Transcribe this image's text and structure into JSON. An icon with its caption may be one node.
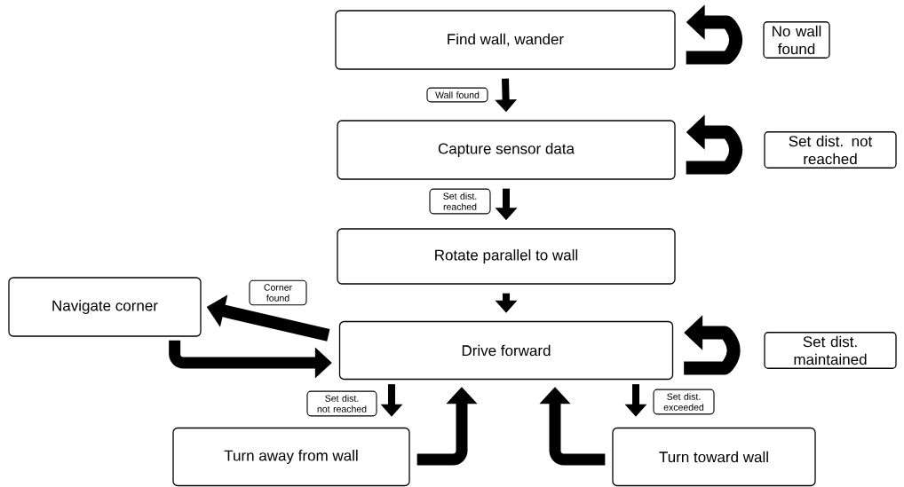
{
  "diagram": {
    "nodes": [
      {
        "text": [
          "Find wall, wander"
        ]
      },
      {
        "text": [
          "Capture sensor data"
        ]
      },
      {
        "text": [
          "Rotate parallel to wall"
        ]
      },
      {
        "text": [
          "Navigate corner"
        ]
      },
      {
        "text": [
          "Drive forward"
        ]
      },
      {
        "text": [
          "Turn away from wall"
        ]
      },
      {
        "text": [
          "Turn toward wall"
        ]
      }
    ],
    "edges": [
      {
        "from": 0,
        "to": 0,
        "arrow": "to",
        "label": "No wall found"
      },
      {
        "from": 0,
        "to": 1,
        "arrow": "to",
        "label": "Wall found"
      },
      {
        "from": 1,
        "to": 1,
        "arrow": "to",
        "label": "Set dist. not reached"
      },
      {
        "from": 1,
        "to": 2,
        "arrow": "to",
        "label": "Set dist. reached"
      },
      {
        "from": 2,
        "to": 4,
        "arrow": "to"
      },
      {
        "from": 4,
        "to": 3,
        "arrow": "to",
        "label": "Corner found"
      },
      {
        "from": 3,
        "to": 4,
        "arrow": "to"
      },
      {
        "from": 4,
        "to": 4,
        "arrow": "to",
        "label": "Set dist. maintained"
      },
      {
        "from": 4,
        "to": 5,
        "arrow": "to",
        "label": "Set dist. not reached"
      },
      {
        "from": 5,
        "to": 4,
        "arrow": "to"
      },
      {
        "from": 4,
        "to": 6,
        "arrow": "to",
        "label": "Set dist. exceeded"
      },
      {
        "from": 6,
        "to": 4,
        "arrow": "to"
      }
    ]
  }
}
